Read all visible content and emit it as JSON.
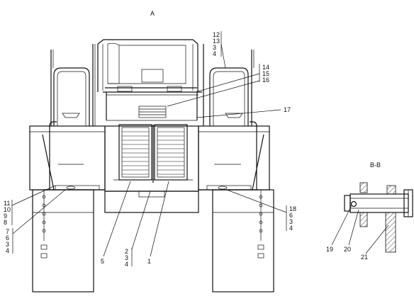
{
  "views": {
    "main": "A",
    "section": "B-B"
  },
  "groups": {
    "g1": [
      "12",
      "13",
      "3",
      "4"
    ],
    "g2": [
      "14",
      "15",
      "16"
    ],
    "g3": [
      "11",
      "10",
      "9",
      "8"
    ],
    "g4": [
      "7",
      "6",
      "3",
      "4"
    ],
    "g5": [
      "2",
      "3",
      "4"
    ],
    "g6": [
      "18",
      "6",
      "3",
      "4"
    ]
  },
  "labels": {
    "l17": "17",
    "l5": "5",
    "l1": "1",
    "l19": "19",
    "l20": "20",
    "l21": "21"
  }
}
